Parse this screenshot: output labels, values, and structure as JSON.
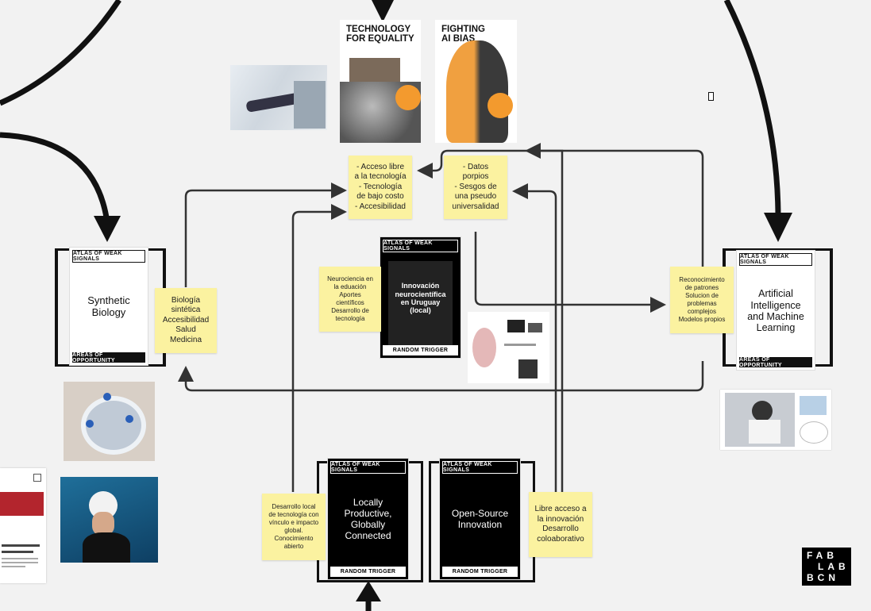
{
  "cards": {
    "synthetic_biology": {
      "header": "ATLAS OF WEAK SIGNALS",
      "title": "Synthetic\nBiology",
      "footer": "AREAS OF OPPORTUNITY"
    },
    "ai_ml": {
      "header": "ATLAS OF WEAK SIGNALS",
      "title": "Artificial\nIntelligence\nand Machine\nLearning",
      "footer": "AREAS OF OPPORTUNITY"
    },
    "innovacion": {
      "header": "ATLAS OF WEAK SIGNALS",
      "title": "Innovación\nneurocientífica\nen Uruguay\n(local)",
      "footer": "RANDOM TRIGGER"
    },
    "locally_productive": {
      "header": "ATLAS OF WEAK SIGNALS",
      "title": "Locally\nProductive,\nGlobally\nConnected",
      "footer": "RANDOM TRIGGER"
    },
    "open_source": {
      "header": "ATLAS OF WEAK SIGNALS",
      "title": "Open-Source\nInnovation",
      "footer": "RANDOM TRIGGER"
    }
  },
  "stickies": {
    "acceso_libre": "- Acceso libre\na la tecnología\n- Tecnología\nde bajo costo\n- Accesibilidad",
    "datos_propios": "- Datos\nporpios\n- Sesgos de\nuna pseudo\nuniversalidad",
    "biologia": "Biología\nsintética\nAccesibilidad\nSalud\nMedicina",
    "neurociencia": "Neurociencia en\nla eduación\nAportes\ncientíficos\nDesarrollo de\ntecnología",
    "reconocimiento": "Reconocimiento\nde patrones\nSolucion de\nproblemas\ncomplejos\nModelos propios",
    "desarrollo_local": "Desarrollo local\nde tecnología con\nvínculo e impacto\nglobal.\nConocimiento\nabierto",
    "libre_acceso": "Libre acceso a\nla innovación\nDesarrollo\ncoloaborativo"
  },
  "posters": {
    "technology_equality": "TECHNOLOGY\nFOR EQUALITY",
    "fighting_ai_bias": "FIGHTING\nAI BIAS"
  },
  "logo": {
    "line1": "FAB",
    "line2": "LAB",
    "line3": "BCN"
  },
  "colors": {
    "sticky": "#fbf2a0",
    "card_dark": "#000000",
    "background": "#f2f2f2",
    "poster_orange": "#f39a2e"
  }
}
